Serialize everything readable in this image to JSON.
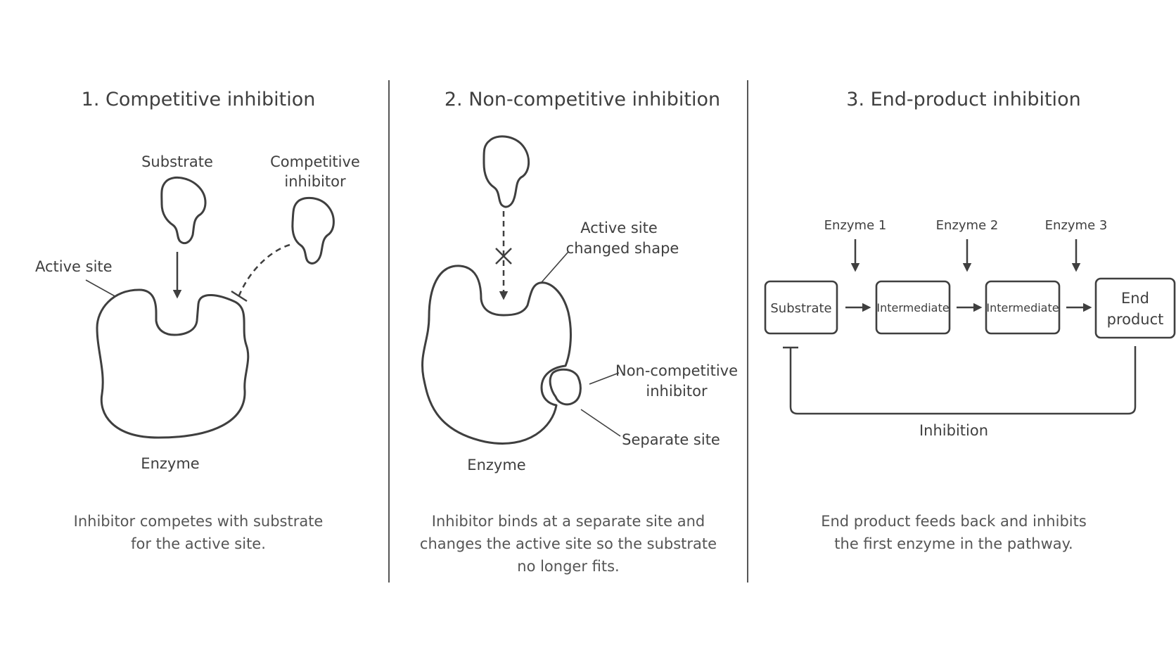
{
  "panels": [
    {
      "title": "1. Competitive inhibition",
      "labels": {
        "substrate": "Substrate",
        "inhibitor_line1": "Competitive",
        "inhibitor_line2": "inhibitor",
        "active_site": "Active site",
        "enzyme": "Enzyme"
      },
      "caption": [
        "Inhibitor competes with substrate",
        "for the active site."
      ]
    },
    {
      "title": "2. Non-competitive inhibition",
      "labels": {
        "active_site_line1": "Active site",
        "active_site_line2": "changed shape",
        "inhibitor_line1": "Non-competitive",
        "inhibitor_line2": "inhibitor",
        "separate_site": "Separate site",
        "enzyme": "Enzyme"
      },
      "caption": [
        "Inhibitor binds at a separate site and",
        "changes the active site so the substrate",
        "no longer fits."
      ]
    },
    {
      "title": "3. End-product inhibition",
      "enzymes": [
        "Enzyme 1",
        "Enzyme 2",
        "Enzyme 3"
      ],
      "boxes": [
        "Substrate",
        "Intermediate",
        "Intermediate"
      ],
      "end_box": [
        "End",
        "product"
      ],
      "feedback_label": "Inhibition",
      "caption": [
        "End product feeds back and inhibits",
        "the first enzyme in the pathway."
      ]
    }
  ]
}
